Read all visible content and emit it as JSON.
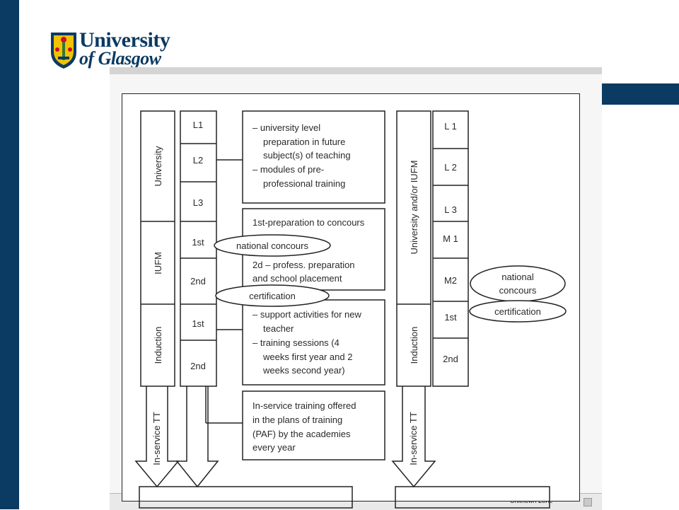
{
  "header": {
    "logo_line1": "University",
    "logo_line2": "of Glasgow"
  },
  "status_bar": {
    "zone": "Unknown Zone"
  },
  "diagram": {
    "left": {
      "phases": [
        "University",
        "IUFM",
        "Induction"
      ],
      "years": [
        "L1",
        "L2",
        "L3",
        "1st",
        "2nd",
        "1st",
        "2nd"
      ],
      "inservice_label": "In-service TT"
    },
    "boxes": {
      "box1": [
        "– university level",
        "preparation in future",
        "subject(s) of teaching",
        "– modules of pre-",
        "professional training"
      ],
      "box2_line1": "1st-preparation to concours",
      "box2_rest": [
        "2d – profess. preparation",
        "and school placement"
      ],
      "box3": [
        "– support activities for new",
        "teacher",
        "– training sessions (4",
        "weeks first year and 2",
        "weeks second year)"
      ],
      "box4": [
        "In-service training offered",
        "in the plans of training",
        "(PAF) by the academies",
        "every year"
      ]
    },
    "ovals": {
      "national_concours": "national concours",
      "certification": "certification",
      "right_national_line1": "national",
      "right_national_line2": "concours",
      "right_certification": "certification"
    },
    "right": {
      "phases": [
        "University and/or IUFM",
        "Induction"
      ],
      "years": [
        "L 1",
        "L 2",
        "L 3",
        "M 1",
        "M2",
        "1st",
        "2nd"
      ],
      "inservice_label": "In-service TT"
    }
  }
}
